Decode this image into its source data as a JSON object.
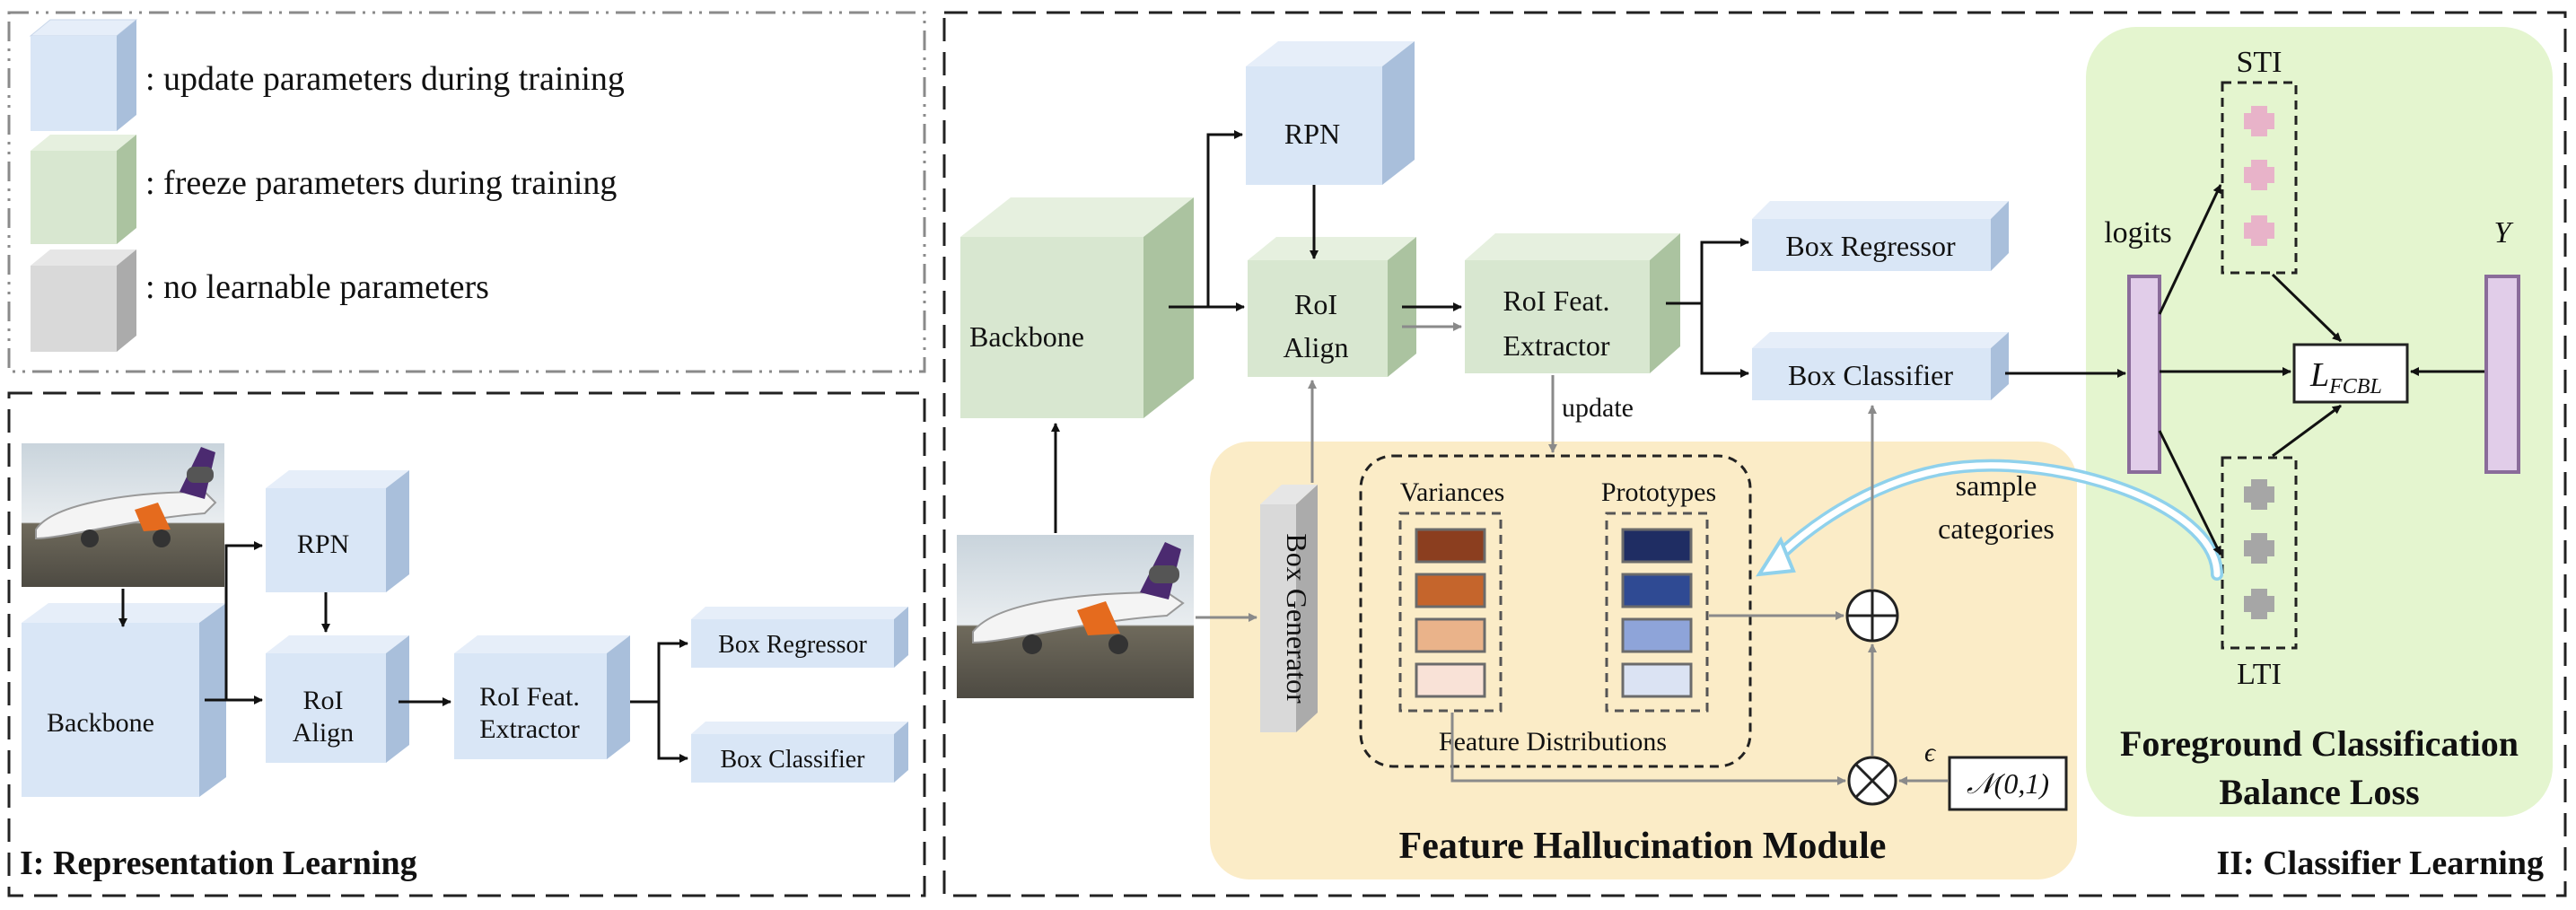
{
  "legend": {
    "update": ": update parameters during training",
    "freeze": ": freeze parameters during training",
    "none": ": no learnable parameters"
  },
  "colors": {
    "update_front": "#d9e6f6",
    "update_top": "#e6eef9",
    "update_side": "#a9bfdb",
    "freeze_front": "#d8e7d0",
    "freeze_top": "#e6f0df",
    "freeze_side": "#abc3a0",
    "none_front": "#d9d9d9",
    "none_top": "#e6e6e6",
    "none_side": "#ababab",
    "yellow_panel": "#fbecc7",
    "green_panel": "#e4f5cf",
    "variance_1": "#8b3e1f",
    "variance_2": "#c5652c",
    "variance_3": "#eab38a",
    "variance_4": "#f9e2d7",
    "prototype_1": "#1f2d63",
    "prototype_2": "#2f4a93",
    "prototype_3": "#8ea4d9",
    "prototype_4": "#dbe3f3",
    "logit_bar": "#e1cde9",
    "logit_border": "#8a6c9a",
    "sti_token": "#e8b3c9",
    "lti_token": "#a6a6a6",
    "flow_arrow": "#8fd1ec"
  },
  "left_panel": {
    "title": "I: Representation Learning",
    "backbone": "Backbone",
    "rpn": "RPN",
    "roi_align": [
      "RoI",
      "Align"
    ],
    "roi_feat": [
      "RoI Feat.",
      "Extractor"
    ],
    "box_regressor": "Box Regressor",
    "box_classifier": "Box Classifier"
  },
  "right_panel": {
    "title": "II: Classifier Learning",
    "backbone": "Backbone",
    "rpn": "RPN",
    "roi_align": [
      "RoI",
      "Align"
    ],
    "roi_feat": [
      "RoI Feat.",
      "Extractor"
    ],
    "box_regressor": "Box Regressor",
    "box_classifier": "Box Classifier",
    "update_label": "update",
    "box_generator": "Box Generator",
    "variances": "Variances",
    "prototypes": "Prototypes",
    "feature_distributions": "Feature Distributions",
    "fhm_title": "Feature Hallucination Module",
    "sample_categories": [
      "sample",
      "categories"
    ],
    "epsilon": "ϵ",
    "normal": "𝒩(0,1)",
    "logits": "logits",
    "sti": "STI",
    "lti": "LTI",
    "y_label": "Y",
    "loss_label": "L",
    "loss_sub": "FCBL",
    "fcbl_title": [
      "Foreground Classification",
      "Balance Loss"
    ]
  }
}
